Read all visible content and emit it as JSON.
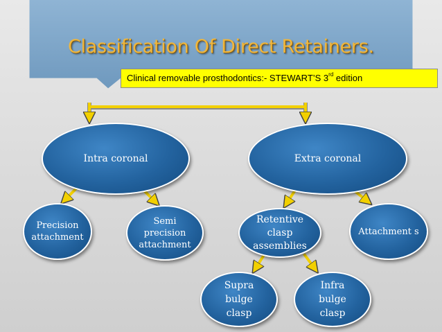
{
  "slide": {
    "title": "Classification Of Direct Retainers.",
    "subtitle": {
      "text": "Clinical removable prosthodontics:- STEWART’S 3",
      "superscript": "rd",
      "suffix": " edition"
    }
  },
  "diagram": {
    "nodes": {
      "intra": "Intra coronal",
      "extra": "Extra coronal",
      "precision": "Precision attachment",
      "semi": "Semi precision attachment",
      "retentive": "Retentive clasp assemblies",
      "attachments": "Attachment s",
      "supra": "Supra bulge clasp",
      "infra": "Infra bulge clasp"
    },
    "edges": [
      [
        "root",
        "intra"
      ],
      [
        "root",
        "extra"
      ],
      [
        "intra",
        "precision"
      ],
      [
        "intra",
        "semi"
      ],
      [
        "extra",
        "retentive"
      ],
      [
        "extra",
        "attachments"
      ],
      [
        "retentive",
        "supra"
      ],
      [
        "retentive",
        "infra"
      ]
    ]
  },
  "colors": {
    "banner": "#7fa6c8",
    "title": "#f0b63c",
    "subtitle_bg": "#ffff00",
    "node": "#23639f",
    "connector": "#f2d000"
  }
}
